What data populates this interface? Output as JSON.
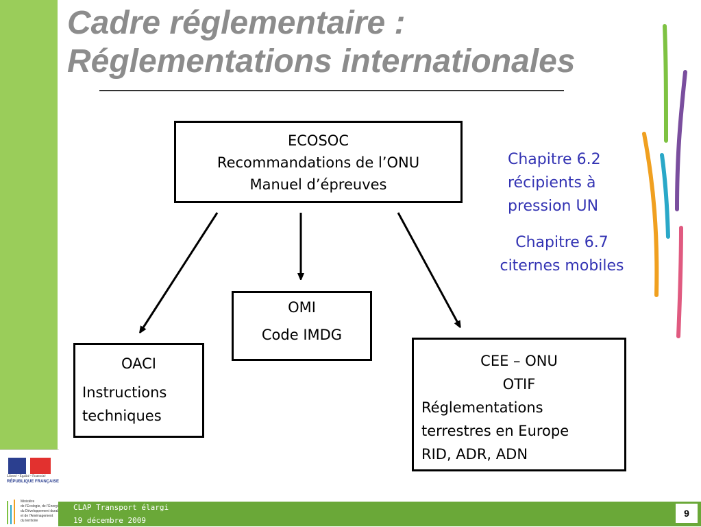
{
  "title": {
    "line1": "Cadre réglementaire :",
    "line2": "Réglementations internationales"
  },
  "boxes": {
    "ecosoc": [
      "ECOSOC",
      "Recommandations de l’ONU",
      "Manuel d’épreuves"
    ],
    "omi": [
      "OMI",
      "Code IMDG"
    ],
    "oaci": [
      "OACI",
      "Instructions",
      "techniques"
    ],
    "cee": [
      "CEE – ONU",
      "OTIF",
      "Réglementations",
      "terrestres en Europe",
      "RID, ADR, ADN"
    ]
  },
  "notes": {
    "chapitre_62": [
      "Chapitre 6.2",
      "récipients à",
      "pression UN"
    ],
    "chapitre_67": [
      "Chapitre 6.7",
      "citernes mobiles"
    ]
  },
  "footer": {
    "line1": "CLAP Transport élargi",
    "line2": "19 décembre 2009",
    "page_number": "9"
  },
  "logo": {
    "motto": "Liberté • Égalité • Fraternité",
    "republic": "RÉPUBLIQUE FRANÇAISE",
    "ministry": [
      "Ministère",
      "de l’Écologie, de l’Énergie,",
      "du Développement durable",
      "et de l’Aménagement",
      "du territoire"
    ]
  },
  "colors": {
    "accent_green": "#9acd5a",
    "footer_green": "#6aa838",
    "title_gray": "#8c8c8c",
    "note_blue": "#3333b3"
  }
}
